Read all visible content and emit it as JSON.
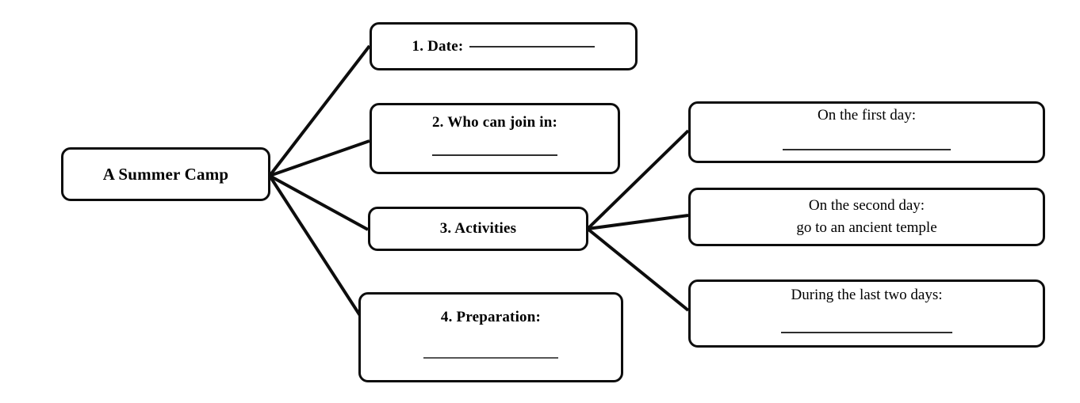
{
  "diagram": {
    "title": "A Summer Camp",
    "type": "mind-map",
    "background_color": "#ffffff",
    "line_color": "#0d0d0d",
    "text_color": "#000000",
    "root": {
      "label": "A Summer Camp"
    },
    "branches": [
      {
        "id": "date",
        "label": "1. Date:",
        "blank": "__________________",
        "has_blank_same_line": true
      },
      {
        "id": "who",
        "label": "2. Who can join in:",
        "blank": "__________________",
        "has_blank_same_line": false
      },
      {
        "id": "activities",
        "label": "3. Activities",
        "blank": "",
        "has_blank_same_line": false
      },
      {
        "id": "preparation",
        "label": "4. Preparation:",
        "blank": "__________________",
        "has_blank_same_line": false
      }
    ],
    "activity_details": [
      {
        "id": "day1",
        "label": "On the first day:",
        "answer": "",
        "blank": "______________________"
      },
      {
        "id": "day2",
        "label": "On the second day:",
        "answer": "go to an ancient temple",
        "blank": ""
      },
      {
        "id": "daylast",
        "label": "During the last two days:",
        "answer": "",
        "blank": "______________________"
      }
    ]
  }
}
